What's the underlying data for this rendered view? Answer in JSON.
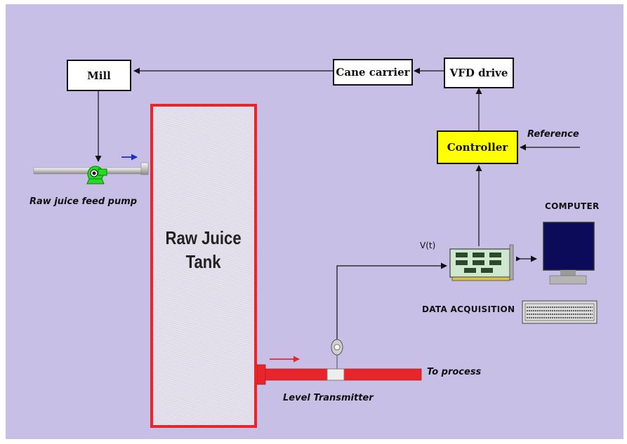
{
  "blocks": {
    "mill": "Mill",
    "cane_carrier": "Cane carrier",
    "vfd_drive": "VFD drive",
    "controller": "Controller"
  },
  "tank": {
    "label": "Raw Juice\nTank"
  },
  "labels": {
    "reference": "Reference",
    "raw_juice_feed_pump": "Raw juice feed pump",
    "computer": "COMPUTER",
    "signal": "V(t)",
    "data_acquisition": "DATA ACQUISITION",
    "to_process": "To process",
    "level_transmitter": "Level Transmitter"
  },
  "colors": {
    "background": "#c8bfe6",
    "tank_border": "#e8252b",
    "pipe": "#e8252b",
    "controller_fill": "#ffff00",
    "pump": "#22dd22",
    "monitor": "#0b0b5a",
    "flow_arrow_in": "#1a2bd6",
    "flow_arrow_out": "#e8252b"
  },
  "icons": {
    "pump": "centrifugal-pump-icon",
    "transmitter": "level-transmitter-icon",
    "daq": "daq-card-icon",
    "computer": "desktop-computer-icon"
  }
}
